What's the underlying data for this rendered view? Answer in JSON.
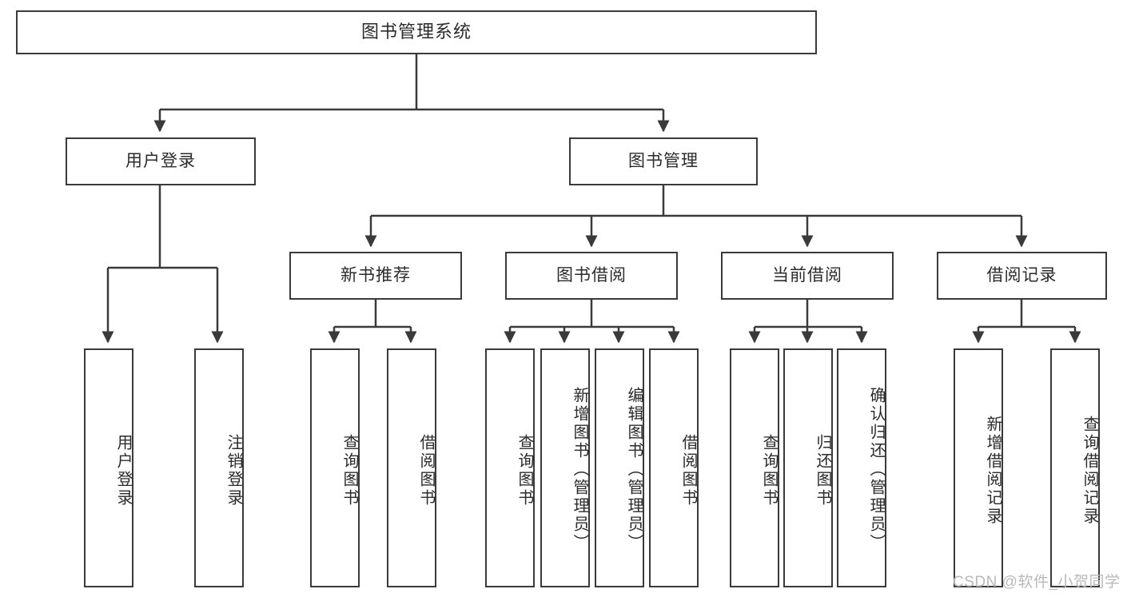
{
  "diagram": {
    "title": "图书管理系统",
    "type": "tree-hierarchy-chart",
    "root": {
      "label": "图书管理系统"
    },
    "level1": [
      {
        "label": "用户登录"
      },
      {
        "label": "图书管理"
      }
    ],
    "level2": [
      {
        "label": "新书推荐"
      },
      {
        "label": "图书借阅"
      },
      {
        "label": "当前借阅"
      },
      {
        "label": "借阅记录"
      }
    ],
    "leaves": {
      "user_login": [
        {
          "label": "用户登录"
        },
        {
          "label": "注销登录"
        }
      ],
      "new_book_recommend": [
        {
          "label": "查询图书"
        },
        {
          "label": "借阅图书"
        }
      ],
      "book_borrow": [
        {
          "label": "查询图书"
        },
        {
          "label": "新增图书（管理员）"
        },
        {
          "label": "编辑图书（管理员）"
        },
        {
          "label": "借阅图书"
        }
      ],
      "current_borrow": [
        {
          "label": "查询图书"
        },
        {
          "label": "归还图书"
        },
        {
          "label": "确认归还（管理员）"
        }
      ],
      "borrow_record": [
        {
          "label": "新增借阅记录"
        },
        {
          "label": "查询借阅记录"
        }
      ]
    }
  },
  "watermark": {
    "text": "CSDN @软件_小贺同学"
  },
  "colors": {
    "stroke": "#3a3a3a",
    "fill": "#ffffff",
    "text": "#2b2b2b",
    "watermark": "#b9b9b9"
  }
}
